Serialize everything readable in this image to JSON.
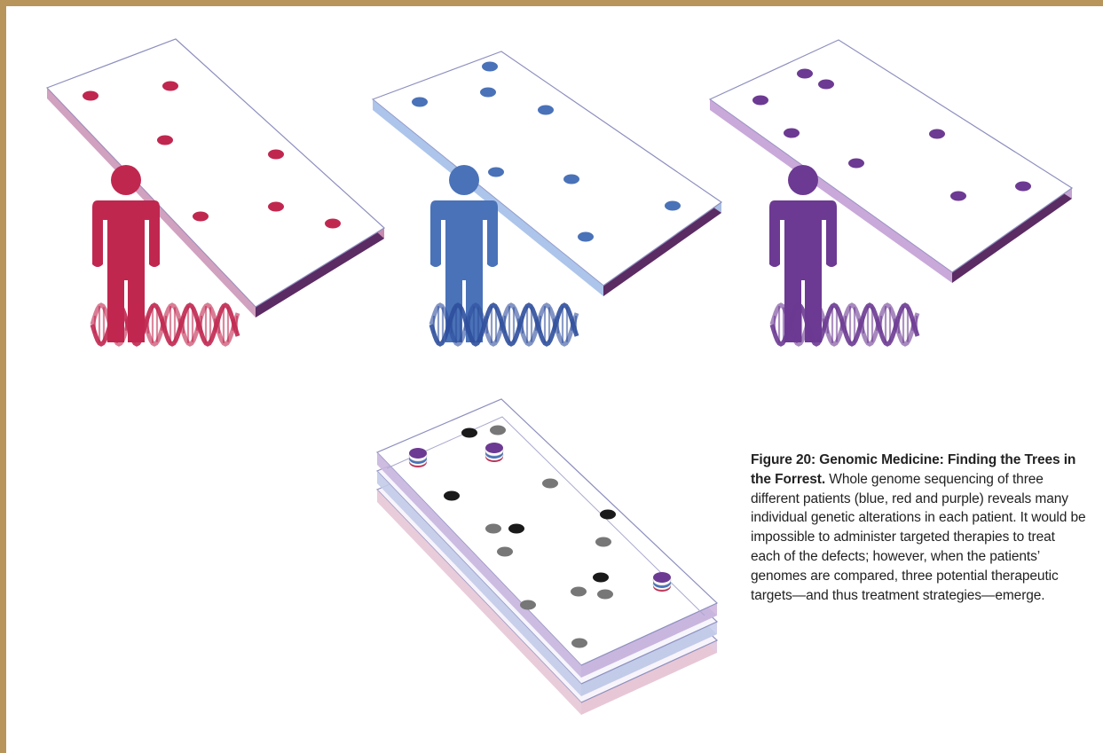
{
  "figure": {
    "caption_title": "Figure 20: Genomic Medicine: Finding the Trees in the Forrest.",
    "caption_body": " Whole genome sequencing of three different patients (blue, red and purple) reveals many individual genetic alterations in each patient. It would be impossible to administer targeted therapies to treat each of the defects; however, when the patients’ genomes are compared, three potential therapeutic targets—and thus treatment strategies—emerge."
  },
  "colors": {
    "frame": "#b8955a",
    "red": "#c0274f",
    "blue": "#4a72b8",
    "purple": "#6c3a92",
    "slab_edge_dark": "#5b2b63",
    "black_dot": "#1a1a1a",
    "gray_dot": "#777777"
  },
  "icons": {
    "patient": "person-silhouette-icon",
    "dna": "dna-helix-icon",
    "genome": "genome-slab",
    "target": "stacked-target-icon"
  }
}
